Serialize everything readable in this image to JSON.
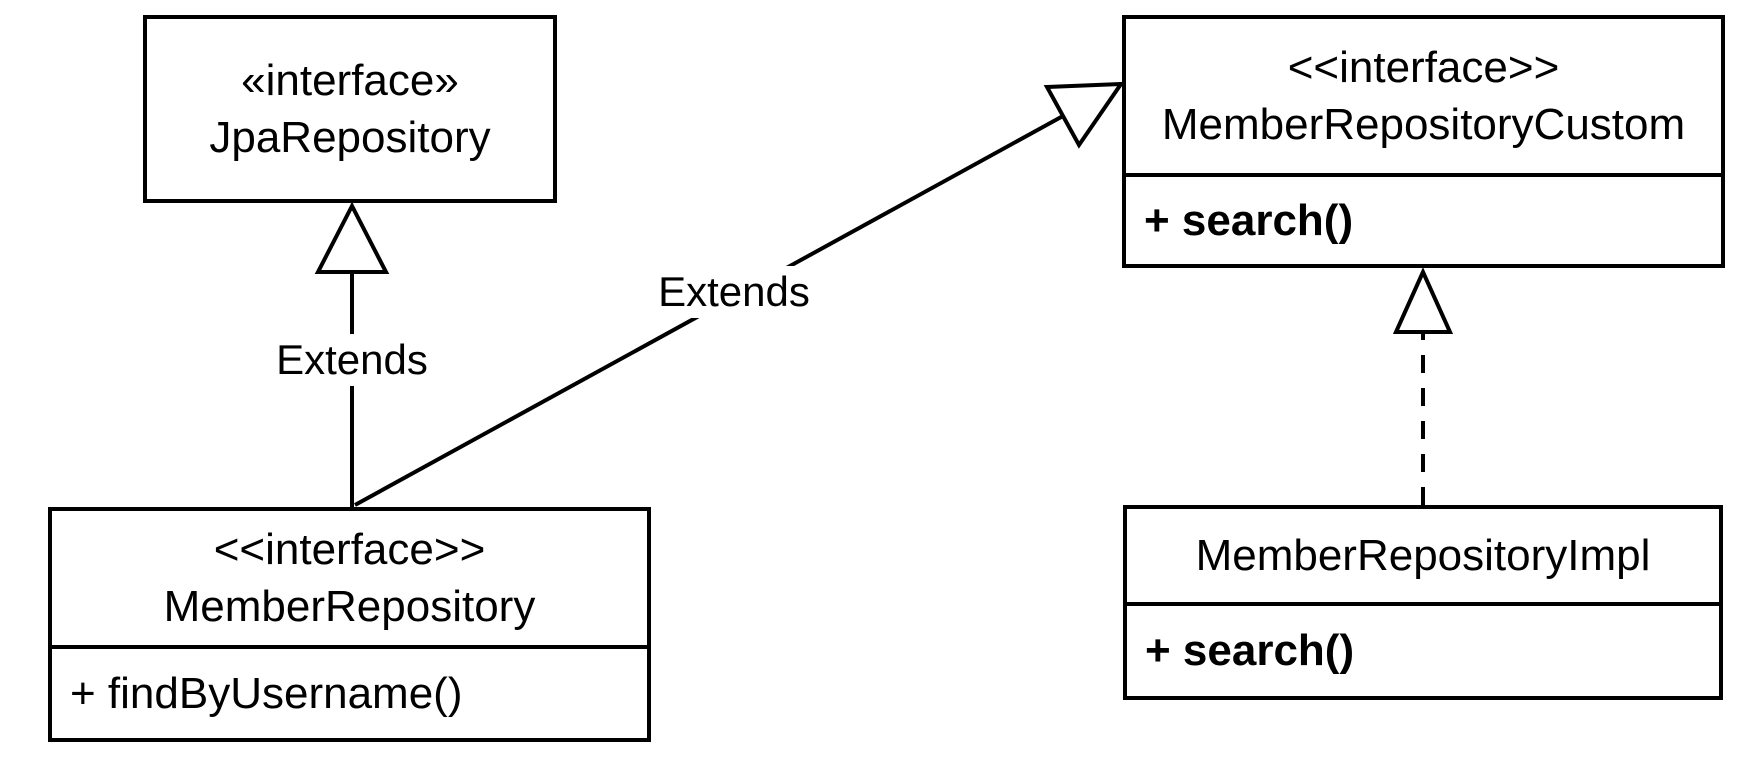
{
  "colors": {
    "background": "#ffffff",
    "stroke": "#000000",
    "text": "#000000"
  },
  "classes": {
    "jpa": {
      "stereotype": "«interface»",
      "name": "JpaRepository",
      "methods": []
    },
    "custom": {
      "stereotype": "<<interface>>",
      "name": "MemberRepositoryCustom",
      "methods": [
        "+ search()"
      ]
    },
    "member": {
      "stereotype": "<<interface>>",
      "name": "MemberRepository",
      "methods": [
        "+ findByUsername()"
      ]
    },
    "impl": {
      "name": "MemberRepositoryImpl",
      "methods": [
        "+ search()"
      ]
    }
  },
  "edge_labels": {
    "extends_vertical": "Extends",
    "extends_diagonal": "Extends"
  },
  "relationships": [
    {
      "from": "MemberRepository",
      "to": "JpaRepository",
      "type": "generalization",
      "label": "Extends",
      "line": "solid"
    },
    {
      "from": "MemberRepository",
      "to": "MemberRepositoryCustom",
      "type": "generalization",
      "label": "Extends",
      "line": "solid"
    },
    {
      "from": "MemberRepositoryImpl",
      "to": "MemberRepositoryCustom",
      "type": "realization",
      "label": "",
      "line": "dashed"
    }
  ]
}
